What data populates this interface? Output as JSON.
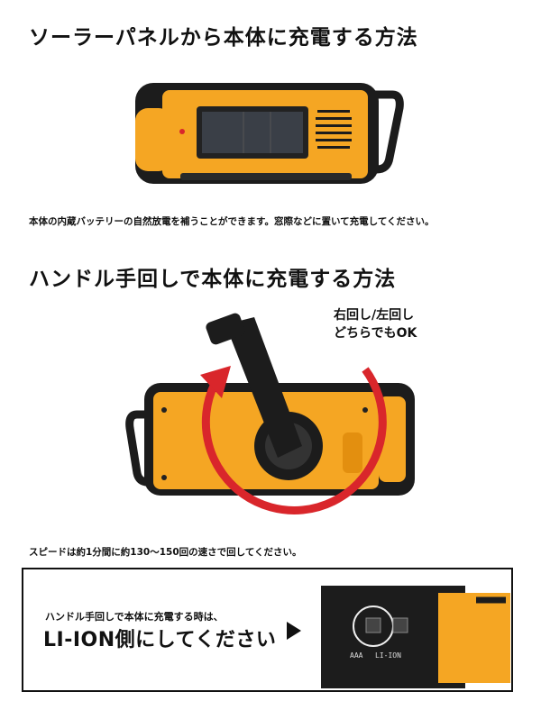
{
  "section1": {
    "title": "ソーラーパネルから本体に充電する方法",
    "caption": "本体の内蔵バッテリーの自然放電を補うことができます。窓際などに置いて充電してください。"
  },
  "section2": {
    "title": "ハンドル手回しで本体に充電する方法",
    "note_line1": "右回し/左回し",
    "note_line2": "どちらでもOK",
    "caption": "スピードは約1分間に約130〜150回の速さで回してください。"
  },
  "notice": {
    "line1": "ハンドル手回しで本体に充電する時は、",
    "line2": "LI-ION側にしてください",
    "switch_label_left": "AAA",
    "switch_label_right": "LI-ION"
  },
  "colors": {
    "device_orange": "#f5a623",
    "device_black": "#1c1c1c",
    "arrow_red": "#d9262b"
  }
}
